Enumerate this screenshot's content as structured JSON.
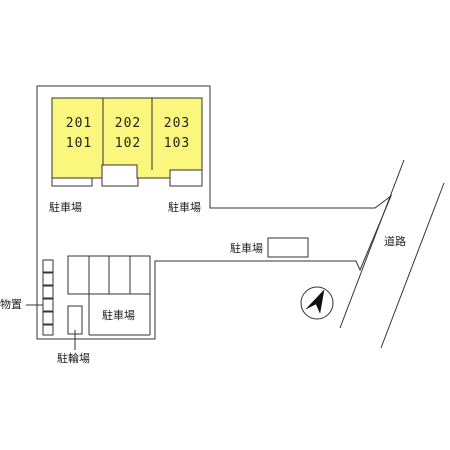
{
  "units": [
    {
      "upper": "201",
      "lower": "101"
    },
    {
      "upper": "202",
      "lower": "102"
    },
    {
      "upper": "203",
      "lower": "103"
    }
  ],
  "labels": {
    "parking": "駐車場",
    "road": "道路",
    "storage": "物置",
    "bicycle_parking": "駐輪場"
  },
  "colors": {
    "building_fill": "#fbf67e",
    "stroke": "#333333",
    "background": "#ffffff"
  },
  "icons": {
    "north_arrow": "north-arrow-icon"
  }
}
